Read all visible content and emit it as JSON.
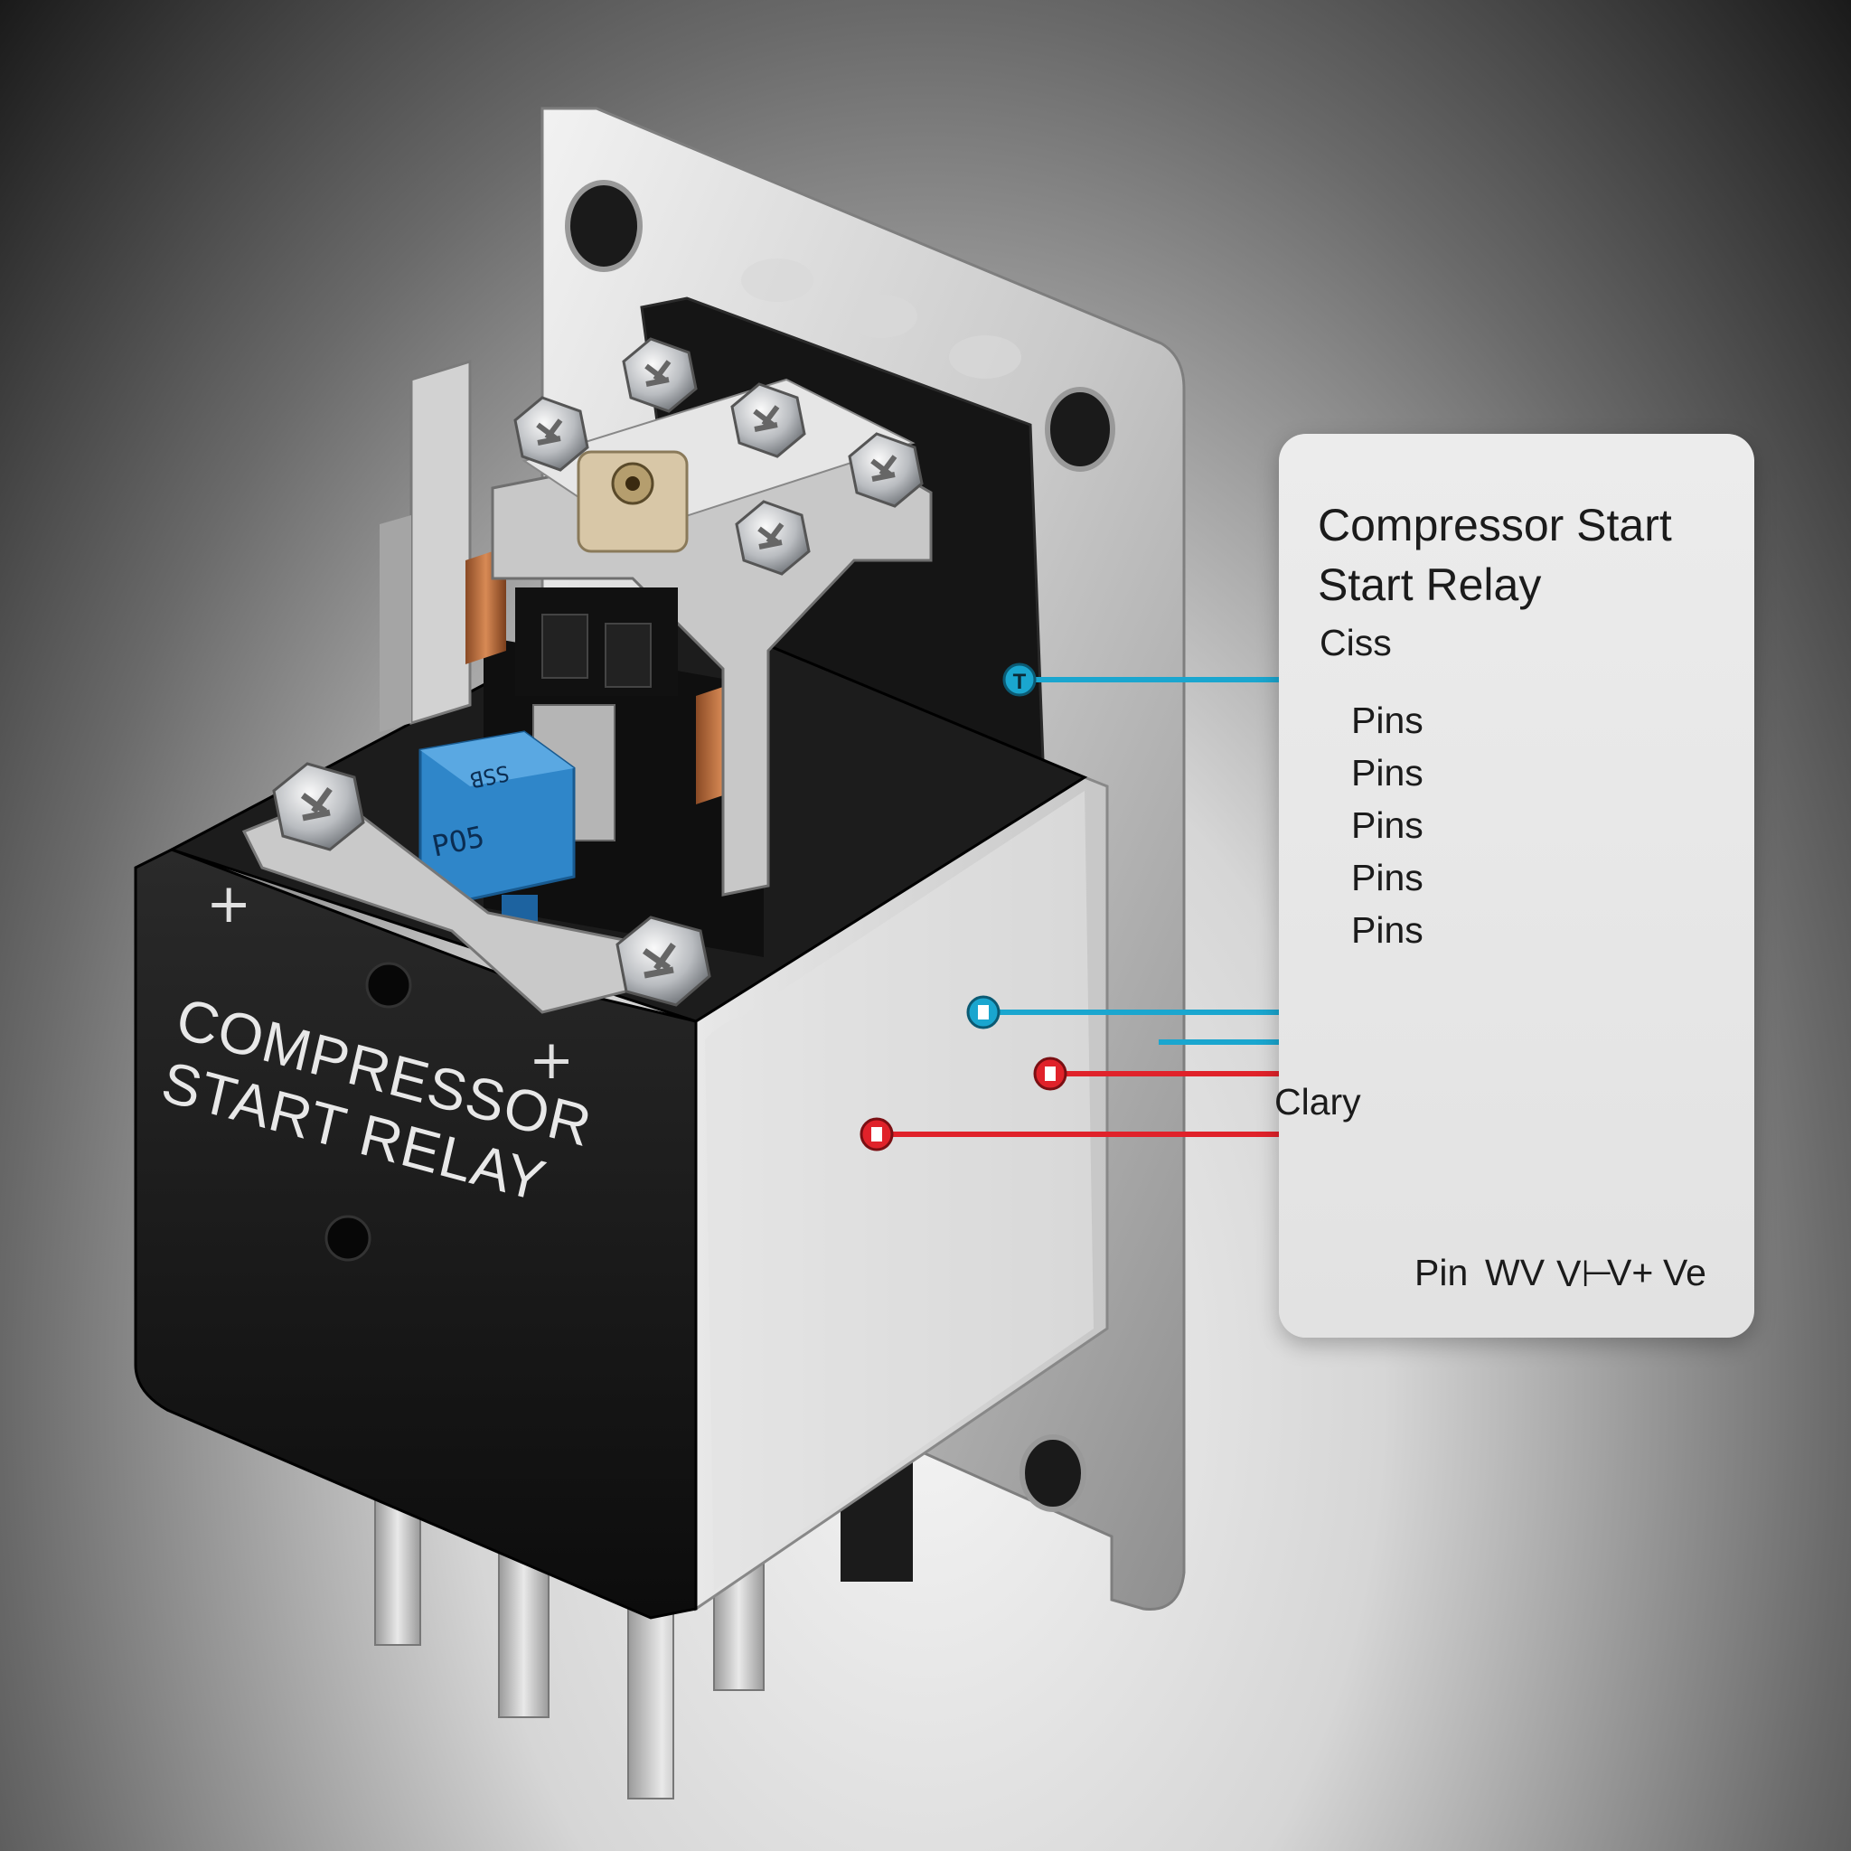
{
  "device": {
    "case_label": [
      "COMPRESSOR",
      "START RELAY"
    ],
    "case_plus_signs": [
      "+",
      "+"
    ],
    "capacitor_label": [
      "PO5",
      "SSB"
    ]
  },
  "wiring_label": {
    "title_lines": [
      "Compressor Start",
      "Start Relay"
    ],
    "left_labels": [
      "Ciss",
      "Pins",
      "Pins",
      "Pins",
      "Pins",
      "Pins"
    ],
    "mid_label": "Clary",
    "bottom_labels": [
      "Pin",
      "WV",
      "V⊢",
      "V+",
      "Ve"
    ],
    "colors": {
      "red": "#e0222a",
      "blue": "#1aa6cf"
    }
  }
}
